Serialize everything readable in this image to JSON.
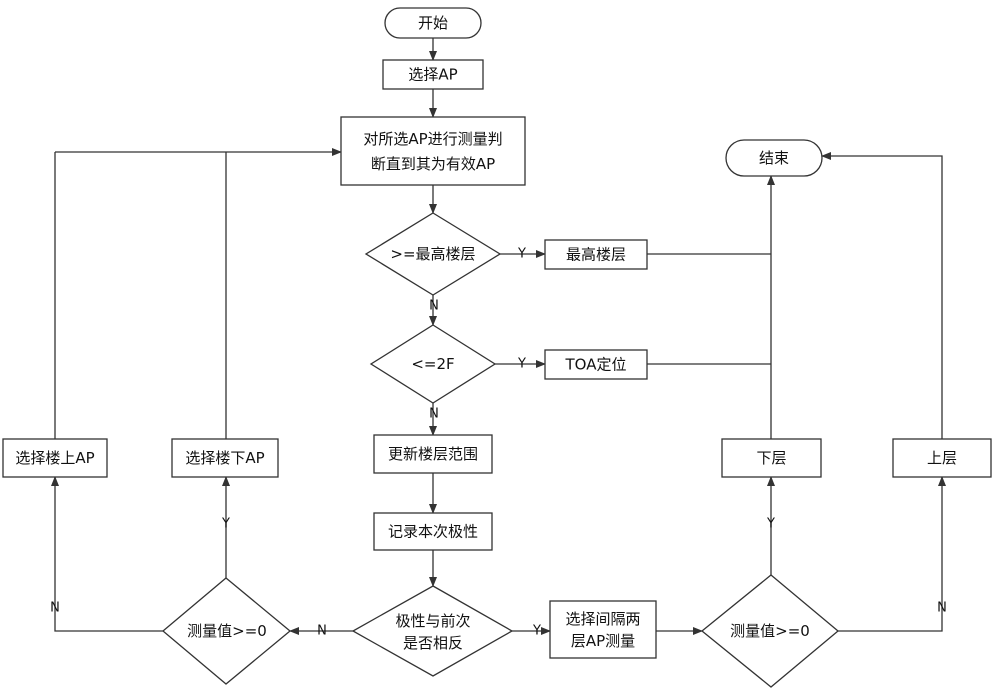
{
  "diagram": {
    "colors": {
      "stroke": "#333333",
      "fill": "#ffffff",
      "text": "#111111"
    },
    "nodes": {
      "start": "开始",
      "select_ap": "选择AP",
      "measure_line1": "对所选AP进行测量判",
      "measure_line2": "断直到其为有效AP",
      "end": "结束",
      "check_top": ">=最高楼层",
      "top_floor": "最高楼层",
      "check_2f": "<=2F",
      "toa": "TOA定位",
      "update_range": "更新楼层范围",
      "record_polarity": "记录本次极性",
      "polarity_line1": "极性与前次",
      "polarity_line2": "是否相反",
      "select_two_line1": "选择间隔两",
      "select_two_line2": "层AP测量",
      "measure_left": "测量值>=0",
      "measure_right": "测量值>=0",
      "select_upper": "选择楼上AP",
      "select_lower": "选择楼下AP",
      "lower_floor": "下层",
      "upper_floor": "上层"
    },
    "edge_labels": {
      "top_yes": "Y",
      "top_no": "N",
      "twof_yes": "Y",
      "twof_no": "N",
      "polarity_yes": "Y",
      "polarity_no": "N",
      "left_yes": "Y",
      "left_no": "N",
      "right_yes": "Y",
      "right_no": "N"
    }
  }
}
